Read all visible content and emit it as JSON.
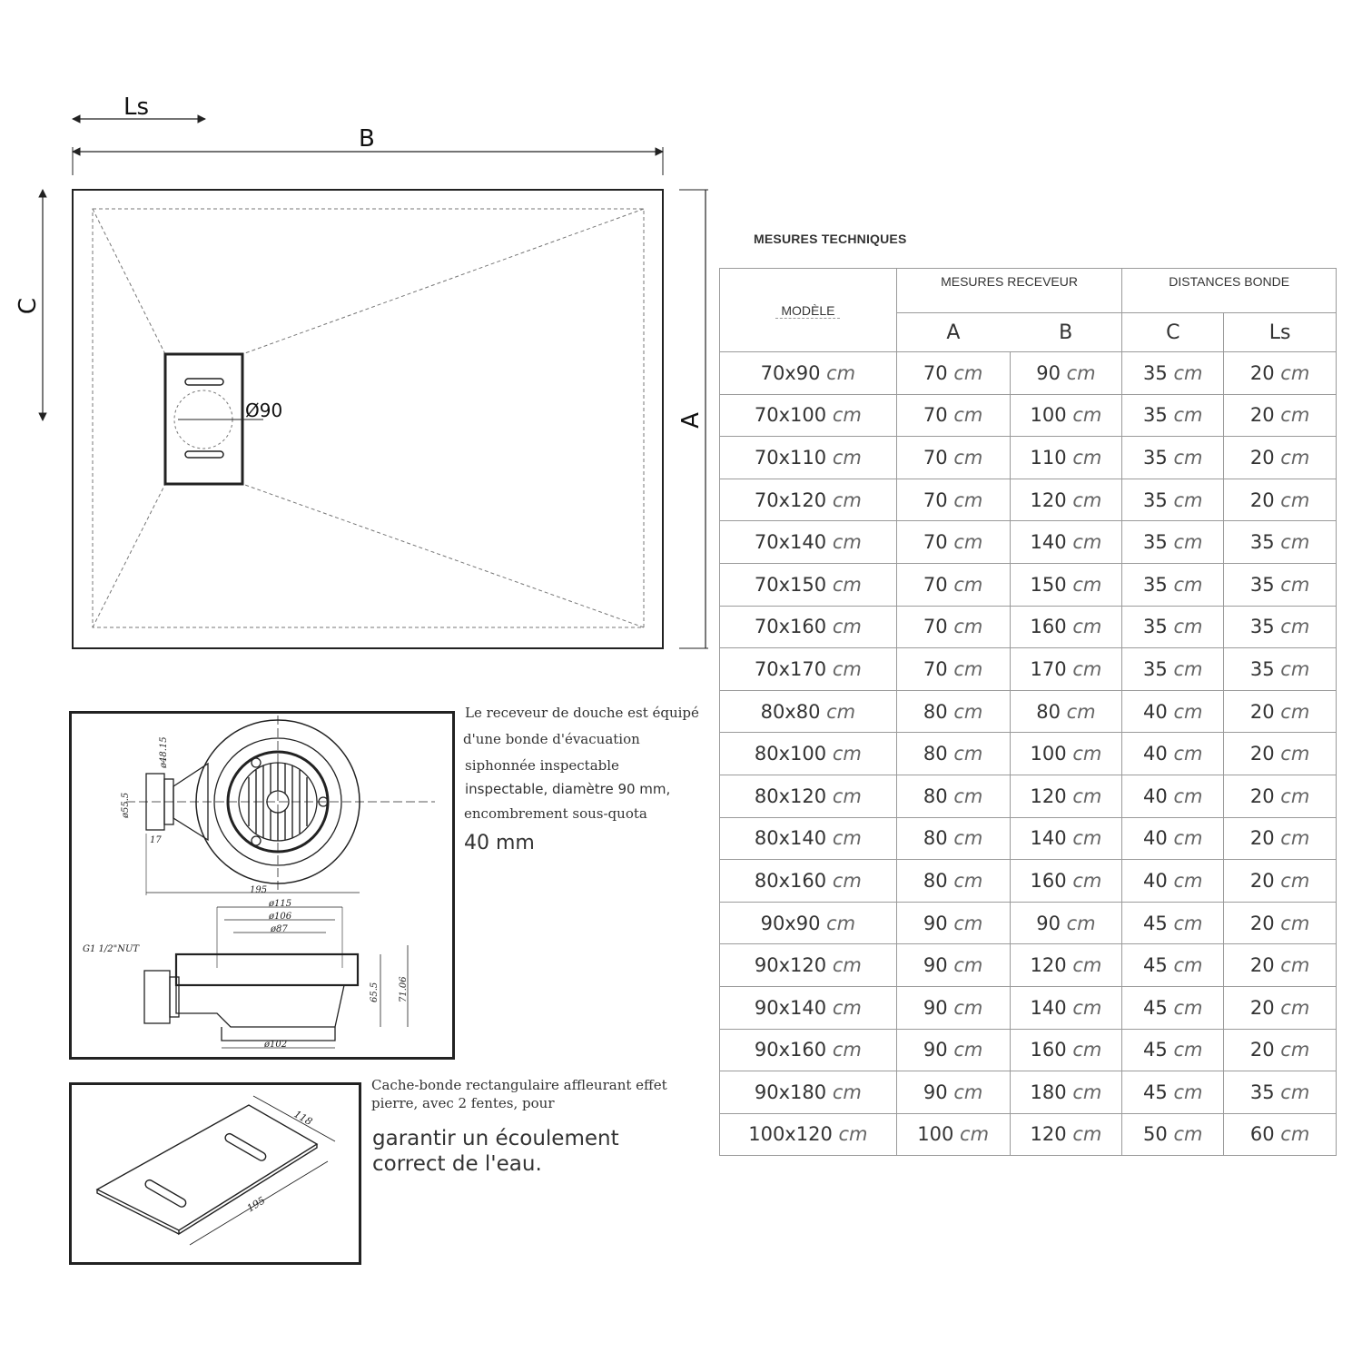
{
  "dimension_labels": {
    "ls": "Ls",
    "b": "B",
    "c": "C",
    "a": "A",
    "drain_diameter": "Ø90"
  },
  "table": {
    "title": "MESURES TECHNIQUES",
    "model_header": "MODÈLE",
    "group_receveur": "MESURES RECEVEUR",
    "group_bonde": "DISTANCES BONDE",
    "col_a": "A",
    "col_b": "B",
    "col_c": "C",
    "col_ls": "Ls",
    "unit": "cm",
    "rows": [
      {
        "model": "70x90",
        "a": "70",
        "b": "90",
        "c": "35",
        "ls": "20"
      },
      {
        "model": "70x100",
        "a": "70",
        "b": "100",
        "c": "35",
        "ls": "20"
      },
      {
        "model": "70x110",
        "a": "70",
        "b": "110",
        "c": "35",
        "ls": "20"
      },
      {
        "model": "70x120",
        "a": "70",
        "b": "120",
        "c": "35",
        "ls": "20"
      },
      {
        "model": "70x140",
        "a": "70",
        "b": "140",
        "c": "35",
        "ls": "35"
      },
      {
        "model": "70x150",
        "a": "70",
        "b": "150",
        "c": "35",
        "ls": "35"
      },
      {
        "model": "70x160",
        "a": "70",
        "b": "160",
        "c": "35",
        "ls": "35"
      },
      {
        "model": "70x170",
        "a": "70",
        "b": "170",
        "c": "35",
        "ls": "35"
      },
      {
        "model": "80x80",
        "a": "80",
        "b": "80",
        "c": "40",
        "ls": "20"
      },
      {
        "model": "80x100",
        "a": "80",
        "b": "100",
        "c": "40",
        "ls": "20"
      },
      {
        "model": "80x120",
        "a": "80",
        "b": "120",
        "c": "40",
        "ls": "20"
      },
      {
        "model": "80x140",
        "a": "80",
        "b": "140",
        "c": "40",
        "ls": "20"
      },
      {
        "model": "80x160",
        "a": "80",
        "b": "160",
        "c": "40",
        "ls": "20"
      },
      {
        "model": "90x90",
        "a": "90",
        "b": "90",
        "c": "45",
        "ls": "20"
      },
      {
        "model": "90x120",
        "a": "90",
        "b": "120",
        "c": "45",
        "ls": "20"
      },
      {
        "model": "90x140",
        "a": "90",
        "b": "140",
        "c": "45",
        "ls": "20"
      },
      {
        "model": "90x160",
        "a": "90",
        "b": "160",
        "c": "45",
        "ls": "20"
      },
      {
        "model": "90x180",
        "a": "90",
        "b": "180",
        "c": "45",
        "ls": "35"
      },
      {
        "model": "100x120",
        "a": "100",
        "b": "120",
        "c": "50",
        "ls": "60"
      }
    ]
  },
  "drain": {
    "desc_line1": "Le receveur de douche est équipé",
    "desc_line2": "d'une bonde d'évacuation",
    "desc_line3": "siphonnée inspectable",
    "desc_line4": "inspectable, diamètre 90 mm,",
    "desc_line5": "encombrement sous-quota",
    "desc_line6": "40 mm",
    "dims": {
      "d48": "ø48.15",
      "d55": "ø55.5",
      "d17": "17",
      "d195": "195",
      "d115": "ø115",
      "d106": "ø106",
      "d87": "ø87",
      "thread": "G1 1/2\"NUT",
      "h65": "65.5",
      "h71": "71.06",
      "d102": "ø102"
    }
  },
  "cover": {
    "desc_line1": "Cache-bonde rectangulaire affleurant effet",
    "desc_line2": "pierre, avec 2 fentes, pour",
    "desc_line3": "garantir un écoulement",
    "desc_line4": "correct de l'eau.",
    "dims": {
      "w": "118",
      "l": "195"
    }
  }
}
